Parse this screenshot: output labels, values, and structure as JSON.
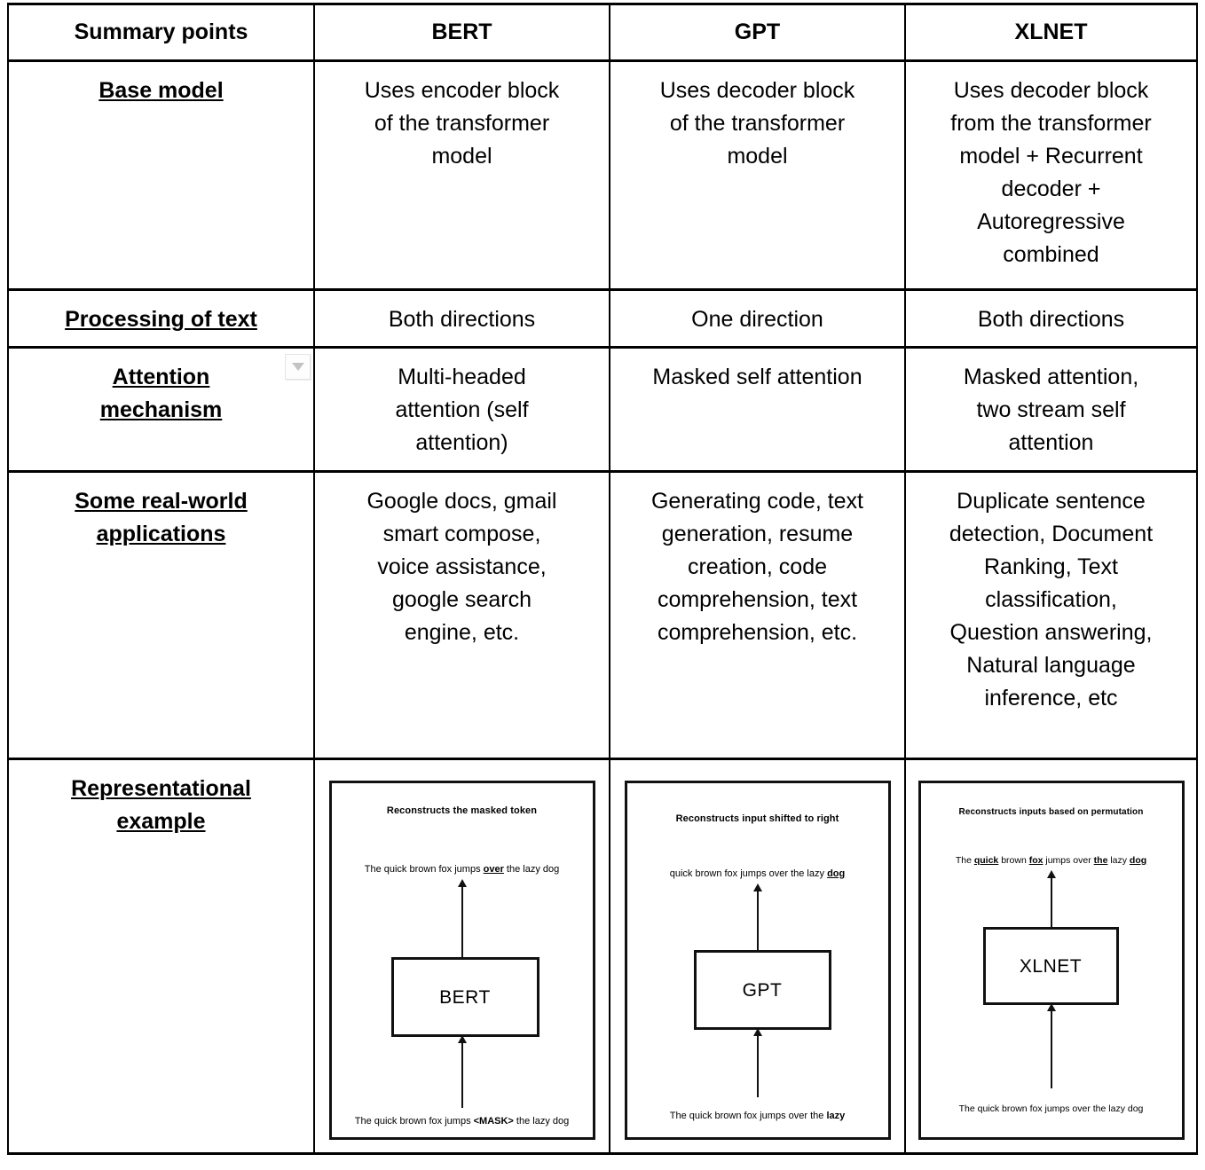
{
  "colors": {
    "border": "#000000",
    "text": "#000000",
    "background": "#ffffff",
    "icon_border": "#e4e4e4",
    "icon_arrow": "#c3c3c3"
  },
  "header": {
    "cells": [
      "Summary points",
      "BERT",
      "GPT",
      "XLNET"
    ]
  },
  "rows": [
    {
      "label": "Base model",
      "cells": [
        "Uses encoder block of the transformer model",
        "Uses decoder block of the transformer model",
        "Uses decoder block from the transformer model + Recurrent decoder + Autoregressive combined"
      ]
    },
    {
      "label": "Processing of text",
      "cells": [
        "Both directions",
        "One direction",
        "Both directions"
      ]
    },
    {
      "label": "Attention mechanism",
      "cells": [
        "Multi-headed attention (self attention)",
        "Masked self attention",
        "Masked attention, two stream self attention"
      ]
    },
    {
      "label": "Some real-world applications",
      "cells": [
        "Google docs, gmail smart compose, voice assistance, google search engine, etc.",
        "Generating code, text generation, resume creation, code comprehension, text comprehension, etc.",
        "Duplicate sentence detection, Document Ranking, Text classification, Question answering, Natural language inference, etc"
      ]
    }
  ],
  "example_row": {
    "label": "Representational example"
  },
  "widgets": {
    "attention_dropdown": "dropdown-arrow-icon"
  },
  "diagrams": [
    {
      "model": "BERT",
      "title": "Reconstructs the masked token",
      "output_parts": [
        {
          "t": "The quick brown fox jumps "
        },
        {
          "t": "over",
          "b": true,
          "u": true
        },
        {
          "t": "  the lazy dog"
        }
      ],
      "input_parts": [
        {
          "t": "The quick brown fox jumps "
        },
        {
          "t": "<MASK>",
          "b": true
        },
        {
          "t": " the lazy dog"
        }
      ]
    },
    {
      "model": "GPT",
      "title": "Reconstructs input shifted to right",
      "output_parts": [
        {
          "t": "quick brown fox jumps over the lazy "
        },
        {
          "t": "dog",
          "b": true,
          "u": true
        }
      ],
      "input_parts": [
        {
          "t": "The quick brown fox jumps over the "
        },
        {
          "t": "lazy",
          "b": true
        }
      ]
    },
    {
      "model": "XLNET",
      "title": "Reconstructs inputs based on permutation",
      "output_parts": [
        {
          "t": "The "
        },
        {
          "t": "quick",
          "b": true,
          "u": true
        },
        {
          "t": " brown "
        },
        {
          "t": "fox",
          "b": true,
          "u": true
        },
        {
          "t": " jumps over "
        },
        {
          "t": "the",
          "b": true,
          "u": true
        },
        {
          "t": " lazy "
        },
        {
          "t": "dog",
          "b": true,
          "u": true
        }
      ],
      "input_parts": [
        {
          "t": "The quick brown fox jumps over the lazy dog"
        }
      ]
    }
  ]
}
